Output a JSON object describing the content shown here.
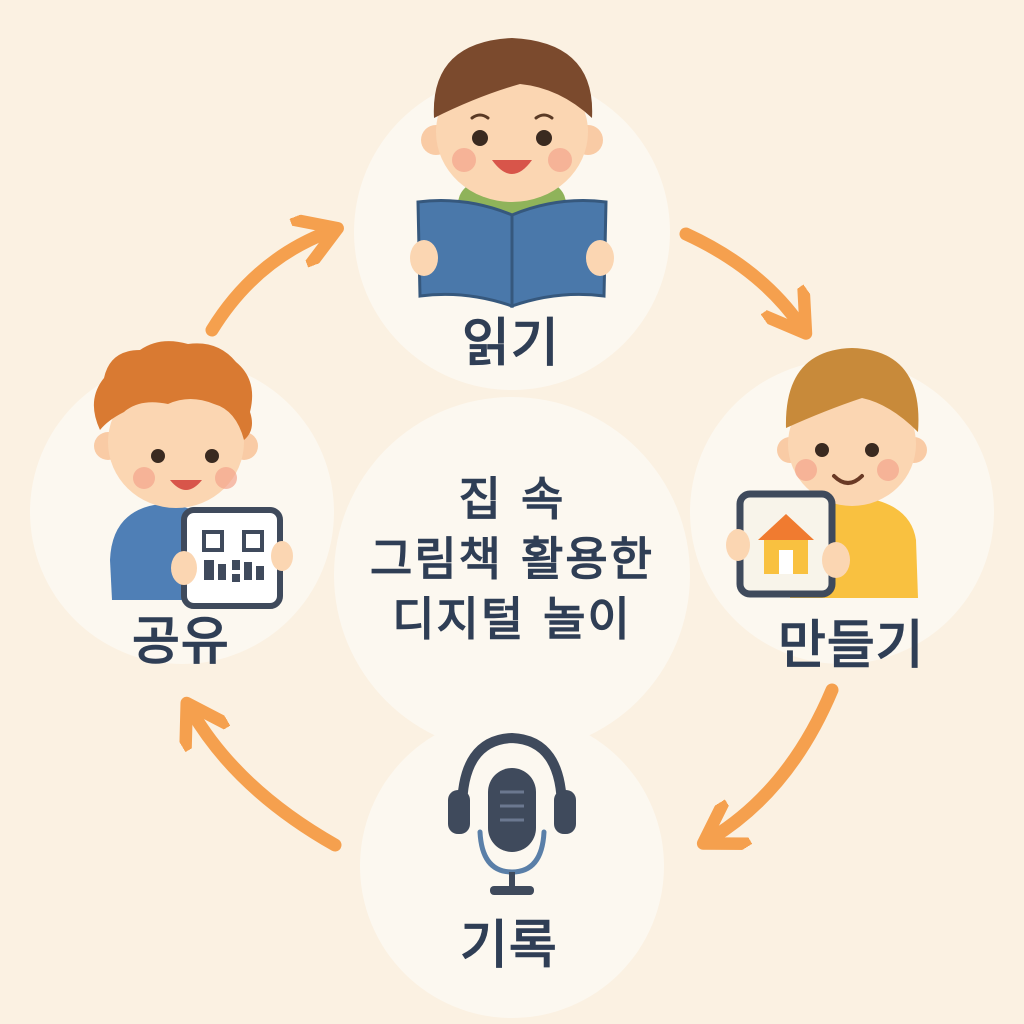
{
  "center": {
    "line1": "집 속",
    "line2": "그림책 활용한",
    "line3": "디지털 놀이"
  },
  "steps": {
    "reading": {
      "label": "읽기",
      "icon": "open-book-icon"
    },
    "making": {
      "label": "만들기",
      "icon": "tablet-house-icon"
    },
    "recording": {
      "label": "기록",
      "icon": "microphone-headphones-icon"
    },
    "sharing": {
      "label": "공유",
      "icon": "qr-code-tablet-icon"
    }
  },
  "colors": {
    "background": "#fbf1e2",
    "bubble": "#fcf8f0",
    "arrow": "#f5a04e",
    "text": "#2f3e55"
  }
}
